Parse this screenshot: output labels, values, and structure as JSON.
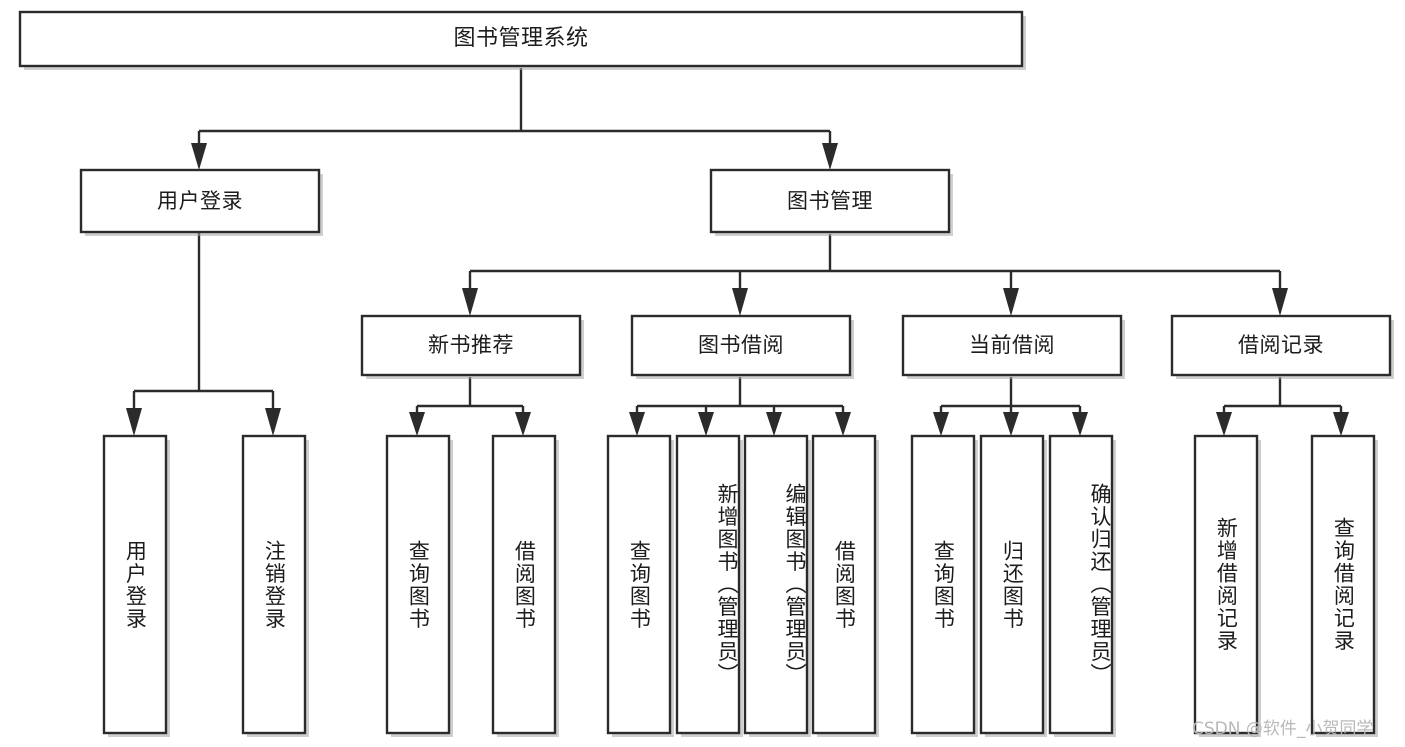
{
  "diagram": {
    "type": "tree-hierarchy-diagram",
    "orientation": "top-down",
    "background_color": "#ffffff",
    "box_fill": "#ffffff",
    "box_stroke": "#2b2b2b",
    "text_color": "#1c1c1c",
    "root": {
      "id": "root",
      "label": "图书管理系统",
      "level": 0
    },
    "level2": [
      {
        "id": "user-login",
        "label": "用户登录",
        "level": 1
      },
      {
        "id": "book-management",
        "label": "图书管理",
        "level": 1
      }
    ],
    "level3": [
      {
        "id": "new-book-recommend",
        "label": "新书推荐",
        "level": 2,
        "parent": "book-management"
      },
      {
        "id": "book-borrow",
        "label": "图书借阅",
        "level": 2,
        "parent": "book-management"
      },
      {
        "id": "current-borrow",
        "label": "当前借阅",
        "level": 2,
        "parent": "book-management"
      },
      {
        "id": "borrow-record",
        "label": "借阅记录",
        "level": 2,
        "parent": "book-management"
      }
    ],
    "leaves": [
      {
        "id": "leaf-user-login",
        "label": "用户登录",
        "parent": "user-login"
      },
      {
        "id": "leaf-logout-login",
        "label": "注销登录",
        "parent": "user-login"
      },
      {
        "id": "leaf-query-book-1",
        "label": "查询图书",
        "parent": "new-book-recommend"
      },
      {
        "id": "leaf-borrow-book-1",
        "label": "借阅图书",
        "parent": "new-book-recommend"
      },
      {
        "id": "leaf-query-book-2",
        "label": "查询图书",
        "parent": "book-borrow"
      },
      {
        "id": "leaf-add-book",
        "label": "新增图书（管理员）",
        "parent": "book-borrow"
      },
      {
        "id": "leaf-edit-book",
        "label": "编辑图书（管理员）",
        "parent": "book-borrow"
      },
      {
        "id": "leaf-borrow-book-2",
        "label": "借阅图书",
        "parent": "book-borrow"
      },
      {
        "id": "leaf-query-book-3",
        "label": "查询图书",
        "parent": "current-borrow"
      },
      {
        "id": "leaf-return-book",
        "label": "归还图书",
        "parent": "current-borrow"
      },
      {
        "id": "leaf-confirm-return",
        "label": "确认归还（管理员）",
        "parent": "current-borrow"
      },
      {
        "id": "leaf-add-borrow-record",
        "label": "新增借阅记录",
        "parent": "borrow-record"
      },
      {
        "id": "leaf-query-borrow-record",
        "label": "查询借阅记录",
        "parent": "borrow-record"
      }
    ]
  },
  "watermark": {
    "text": "CSDN @软件_小贺同学",
    "color": "#b9b9b9"
  }
}
